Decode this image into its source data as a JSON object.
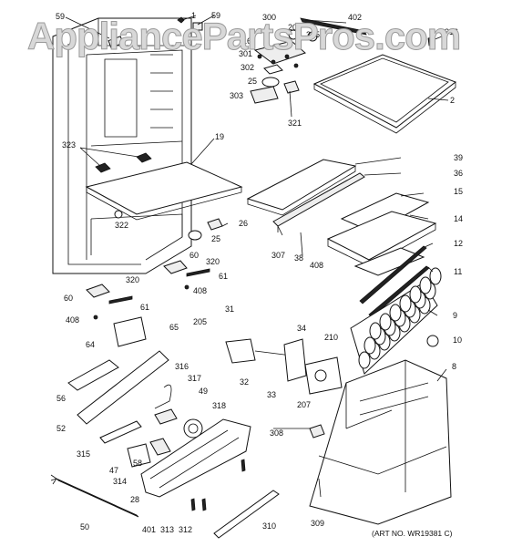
{
  "watermark": "AppliancePartsPros.com",
  "art_number": "(ART NO. WR19381 C)",
  "labels": {
    "n59": "59",
    "n1": "1",
    "n59b": "59",
    "n300": "300",
    "n20": "20",
    "n305": "305",
    "n402": "402",
    "n316": "316",
    "n16": "16",
    "n301": "301",
    "n302": "302",
    "n25a": "25",
    "n303": "303",
    "n321": "321",
    "n2": "2",
    "n323": "323",
    "n19": "19",
    "n39": "39",
    "n36": "36",
    "n15": "15",
    "n14": "14",
    "n12": "12",
    "n11": "11",
    "n322": "322",
    "n26": "26",
    "n25b": "25",
    "n307": "307",
    "n38": "38",
    "n408a": "408",
    "n60a": "60",
    "n320a": "320",
    "n61a": "61",
    "n408b": "408",
    "n320b": "320",
    "n60b": "60",
    "n61b": "61",
    "n408c": "408",
    "n65": "65",
    "n64": "64",
    "n205": "205",
    "n31": "31",
    "n34": "34",
    "n210": "210",
    "n9": "9",
    "n10": "10",
    "n8": "8",
    "n32": "32",
    "n33": "33",
    "n207": "207",
    "n316b": "316",
    "n317": "317",
    "n56": "56",
    "n49": "49",
    "n318": "318",
    "n52": "52",
    "n308": "308",
    "n315": "315",
    "n47": "47",
    "n58": "58",
    "n314": "314",
    "n28": "28",
    "n309": "309",
    "n50": "50",
    "n401": "401",
    "n313": "313",
    "n312": "312",
    "n310": "310"
  }
}
